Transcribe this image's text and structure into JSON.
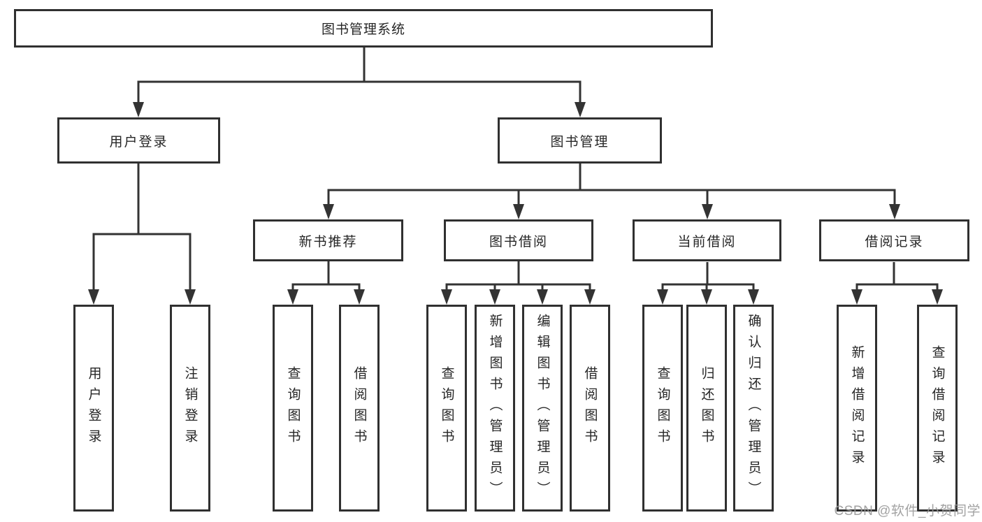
{
  "diagram": {
    "title": "图书管理系统",
    "level2": [
      {
        "label": "用户登录"
      },
      {
        "label": "图书管理"
      }
    ],
    "level3": [
      {
        "label": "新书推荐",
        "parent": "图书管理"
      },
      {
        "label": "图书借阅",
        "parent": "图书管理"
      },
      {
        "label": "当前借阅",
        "parent": "图书管理"
      },
      {
        "label": "借阅记录",
        "parent": "图书管理"
      }
    ],
    "leaves": [
      {
        "label": "用户登录",
        "parent": "用户登录"
      },
      {
        "label": "注销登录",
        "parent": "用户登录"
      },
      {
        "label": "查询图书",
        "parent": "新书推荐"
      },
      {
        "label": "借阅图书",
        "parent": "新书推荐"
      },
      {
        "label": "查询图书",
        "parent": "图书借阅"
      },
      {
        "label": "新增图书（管理员）",
        "parent": "图书借阅"
      },
      {
        "label": "编辑图书（管理员）",
        "parent": "图书借阅"
      },
      {
        "label": "借阅图书",
        "parent": "图书借阅"
      },
      {
        "label": "查询图书",
        "parent": "当前借阅"
      },
      {
        "label": "归还图书",
        "parent": "当前借阅"
      },
      {
        "label": "确认归还（管理员）",
        "parent": "当前借阅"
      },
      {
        "label": "新增借阅记录",
        "parent": "借阅记录"
      },
      {
        "label": "查询借阅记录",
        "parent": "借阅记录"
      }
    ],
    "watermark": "CSDN @软件_小贺同学"
  },
  "colors": {
    "background": "#ffffff",
    "line": "#333333",
    "box_border": "#303030",
    "text": "#262626",
    "watermark": "#989898"
  }
}
